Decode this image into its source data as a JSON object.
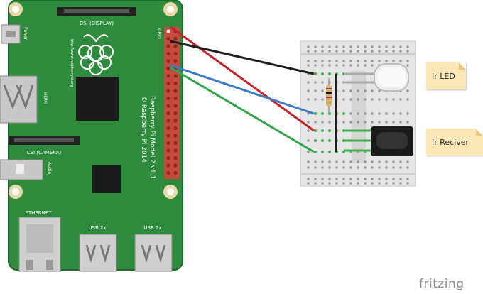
{
  "board": {
    "model_line1": "Raspberry Pi Model 2 v1.1",
    "model_line2": "© Raspberry Pi 2014",
    "dsi_label": "DSI (DISPLAY)",
    "csi_label": "CSI (CAMERA)",
    "hdmi_label": "HDMI",
    "power_label": "Power",
    "audio_label": "Audio",
    "gpio_label": "GPIO",
    "ethernet_label": "ETHERNET",
    "usb_left_label": "USB 2x",
    "usb_right_label": "USB 2x",
    "url_text": "http://www.raspberrypi.org"
  },
  "notes": {
    "led_label": "Ir LED",
    "receiver_label": "Ir Reciver"
  },
  "branding": {
    "logo_text": "fritzing"
  },
  "wires": [
    {
      "name": "wire-red",
      "color": "#c8232b"
    },
    {
      "name": "wire-black",
      "color": "#1e1e1e"
    },
    {
      "name": "wire-blue",
      "color": "#3a7bc8"
    },
    {
      "name": "wire-green",
      "color": "#2fa64a"
    }
  ],
  "colors": {
    "pcb": "#2e8b3d",
    "pcb_edge": "#1f6a2c",
    "breadboard": "#e6e6e6"
  }
}
